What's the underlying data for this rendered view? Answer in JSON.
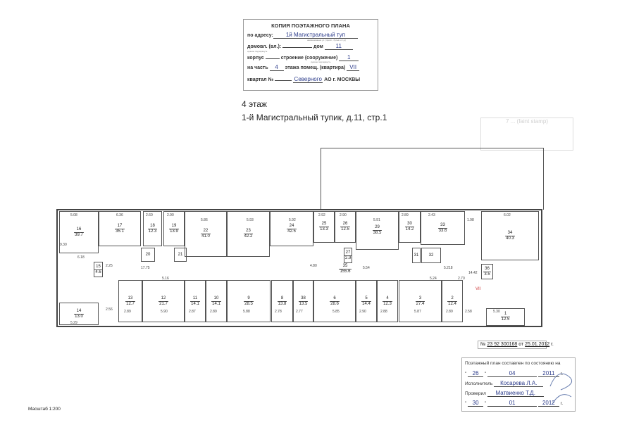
{
  "header": {
    "title": "КОПИЯ ПОЭТАЖНОГО ПЛАНА",
    "address_label": "по адресу:",
    "address": "1й Магистральный туп",
    "address_hint": "наименование ул. (просп., бульв. и т.д.)",
    "domovl_label": "домовл. (вл.):",
    "dom_label": "дом",
    "dom": "11",
    "korpus_label": "корпус",
    "stroenie_label": "строение (сооружение)",
    "stroenie": "1",
    "hint_needed": "нужное подчеркнуть",
    "part_label": "на часть",
    "floor": "4",
    "floor_label": "этажа",
    "pomesh_label": "помещ. (квартира)",
    "pomesh": "VII",
    "kvartal_label": "квартал №",
    "district": "Северного",
    "city": "АО г. МОСКВЫ"
  },
  "title": {
    "floor": "4 этаж",
    "address": "1-й Магистральный тупик, д.11, стр.1"
  },
  "stamp": {
    "text": "7 ... (faint stamp)"
  },
  "plan": {
    "rooms": [
      {
        "n": "16",
        "a": "39.7"
      },
      {
        "n": "17",
        "a": "35.1"
      },
      {
        "n": "18",
        "a": "12.3"
      },
      {
        "n": "19",
        "a": "13.9"
      },
      {
        "n": "22",
        "a": "41.0"
      },
      {
        "n": "23",
        "a": "42.2"
      },
      {
        "n": "24",
        "a": "42.5"
      },
      {
        "n": "25",
        "a": "13.3"
      },
      {
        "n": "26",
        "a": "12.5"
      },
      {
        "n": "29",
        "a": "38.5"
      },
      {
        "n": "30",
        "a": "14.2"
      },
      {
        "n": "33",
        "a": "33.6"
      },
      {
        "n": "34",
        "a": "40.3"
      },
      {
        "n": "20",
        "a": ""
      },
      {
        "n": "21",
        "a": ""
      },
      {
        "n": "27",
        "a": "2.9"
      },
      {
        "n": "31",
        "a": ""
      },
      {
        "n": "32",
        "a": ""
      },
      {
        "n": "15",
        "a": "4.6"
      },
      {
        "n": "36",
        "a": "3.5"
      },
      {
        "n": "35",
        "a": "155.6"
      },
      {
        "n": "14",
        "a": "13.0"
      },
      {
        "n": "13",
        "a": "12.7"
      },
      {
        "n": "12",
        "a": "21.7"
      },
      {
        "n": "11",
        "a": "14.1"
      },
      {
        "n": "10",
        "a": "14.1"
      },
      {
        "n": "9",
        "a": "28.5"
      },
      {
        "n": "8",
        "a": "13.8"
      },
      {
        "n": "38",
        "a": "13.5"
      },
      {
        "n": "6",
        "a": "28.6"
      },
      {
        "n": "5",
        "a": "14.4"
      },
      {
        "n": "4",
        "a": "12.3"
      },
      {
        "n": "3",
        "a": "27.4"
      },
      {
        "n": "2",
        "a": "12.4"
      },
      {
        "n": "1",
        "a": "12.5"
      }
    ],
    "dims": [
      "5.08",
      "6.36",
      "2.60",
      "2.90",
      "5.86",
      "5.93",
      "5.92",
      "2.92",
      "2.90",
      "5.91",
      "2.89",
      "2.43",
      "1.98",
      "6.02",
      "9.30",
      "6.18",
      "17.75",
      "4.80",
      "5.54",
      "5.16",
      "5.24",
      "2.70",
      "2.25",
      "2.56",
      "2.89",
      "5.90",
      "2.87",
      "2.89",
      "5.88",
      "2.78",
      "2.77",
      "5.85",
      "2.90",
      "2.88",
      "5.87",
      "2.89",
      "2.58",
      "5.29",
      "5.30",
      "14.42",
      "5.218"
    ],
    "unit_label": "VII"
  },
  "registration": {
    "number_label": "№",
    "number": "23 92 300168",
    "date_label": "от",
    "date": "25.01.2012",
    "suffix": "г."
  },
  "signoff": {
    "line1": "Поэтажный план составлен по состоянию на",
    "day1": "26",
    "month1": "04",
    "year1": "2011",
    "g": "г.",
    "executor_label": "Исполнитель",
    "executor": "Косарева Л.А.",
    "checked_label": "Проверил",
    "checker": "Матвиенко Т.Д.",
    "day2": "30",
    "month2": "01",
    "year2": "2012"
  },
  "scale": "Масштаб 1:200"
}
